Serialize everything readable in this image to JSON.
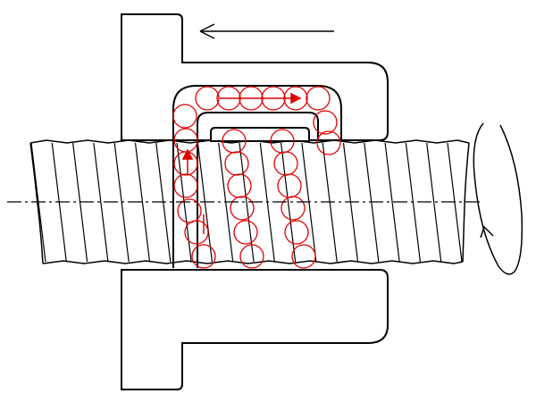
{
  "diagram": {
    "kind": "ball-screw-mechanism",
    "colors": {
      "outline": "#000000",
      "balls": "#e00000",
      "background": "#ffffff"
    },
    "parts": [
      "nut-upper-flange",
      "nut-lower-flange",
      "screw-shaft",
      "return-tube",
      "balls",
      "centerline",
      "travel-arrow",
      "rotation-arrow"
    ],
    "text_labels": []
  }
}
